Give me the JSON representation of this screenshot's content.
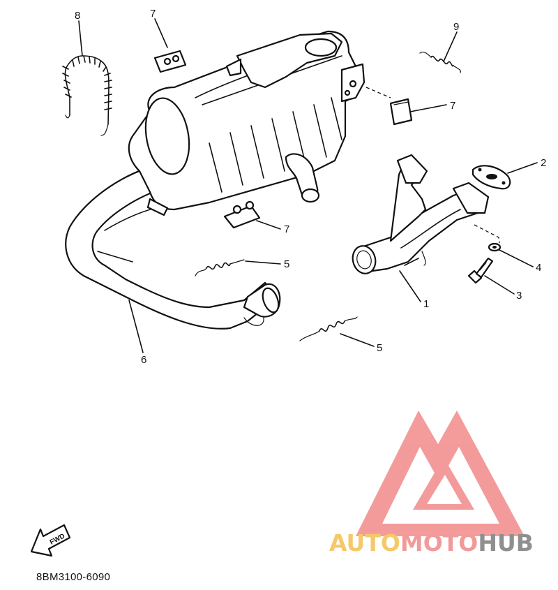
{
  "diagram": {
    "callouts": [
      {
        "id": "c1",
        "text": "1"
      },
      {
        "id": "c2",
        "text": "2"
      },
      {
        "id": "c3",
        "text": "3"
      },
      {
        "id": "c4",
        "text": "4"
      },
      {
        "id": "c5a",
        "text": "5"
      },
      {
        "id": "c5b",
        "text": "5"
      },
      {
        "id": "c6",
        "text": "6"
      },
      {
        "id": "c7a",
        "text": "7"
      },
      {
        "id": "c7b",
        "text": "7"
      },
      {
        "id": "c7c",
        "text": "7"
      },
      {
        "id": "c8",
        "text": "8"
      },
      {
        "id": "c9",
        "text": "9"
      }
    ],
    "fwd_label": "FWD",
    "drawing_code": "8BM3100-6090"
  },
  "watermark": {
    "part1": "AUTO",
    "part2": "MOTO",
    "part3": "HUB",
    "colors": {
      "part1": "#f5c96a",
      "part2": "#f29a9a",
      "part3": "#8f8f8f",
      "triangle": "#f28a8a"
    }
  }
}
